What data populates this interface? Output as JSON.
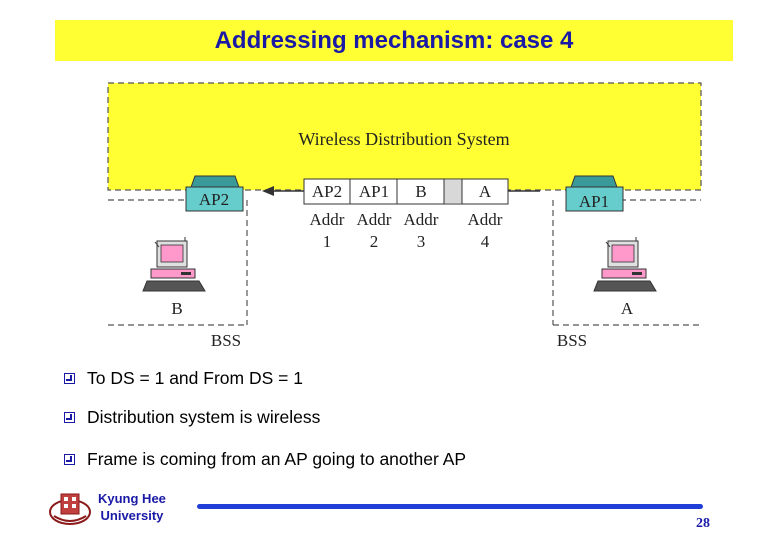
{
  "slide": {
    "title": "Addressing mechanism: case 4",
    "page_number": "28"
  },
  "diagram": {
    "wds_label": "Wireless Distribution System",
    "ap_left": "AP2",
    "ap_right": "AP1",
    "frame_fields": [
      "AP2",
      "AP1",
      "B",
      "",
      "A"
    ],
    "addr_labels": [
      "Addr",
      "Addr",
      "Addr",
      "Addr"
    ],
    "addr_numbers": [
      "1",
      "2",
      "3",
      "4"
    ],
    "station_left": "B",
    "station_right": "A",
    "bss_left": "BSS",
    "bss_right": "BSS"
  },
  "bullets": [
    "To DS = 1 and From DS = 1",
    "Distribution system is wireless",
    "Frame is coming from an AP going to another AP"
  ],
  "logo": {
    "line1": "Kyung Hee",
    "line2": "University"
  },
  "colors": {
    "title_bg": "#ffff33",
    "title_text": "#1a1aa6",
    "wds_area": "#ffff33",
    "ap_fill": "#66cccc",
    "footer_line": "#1f3fd6"
  }
}
